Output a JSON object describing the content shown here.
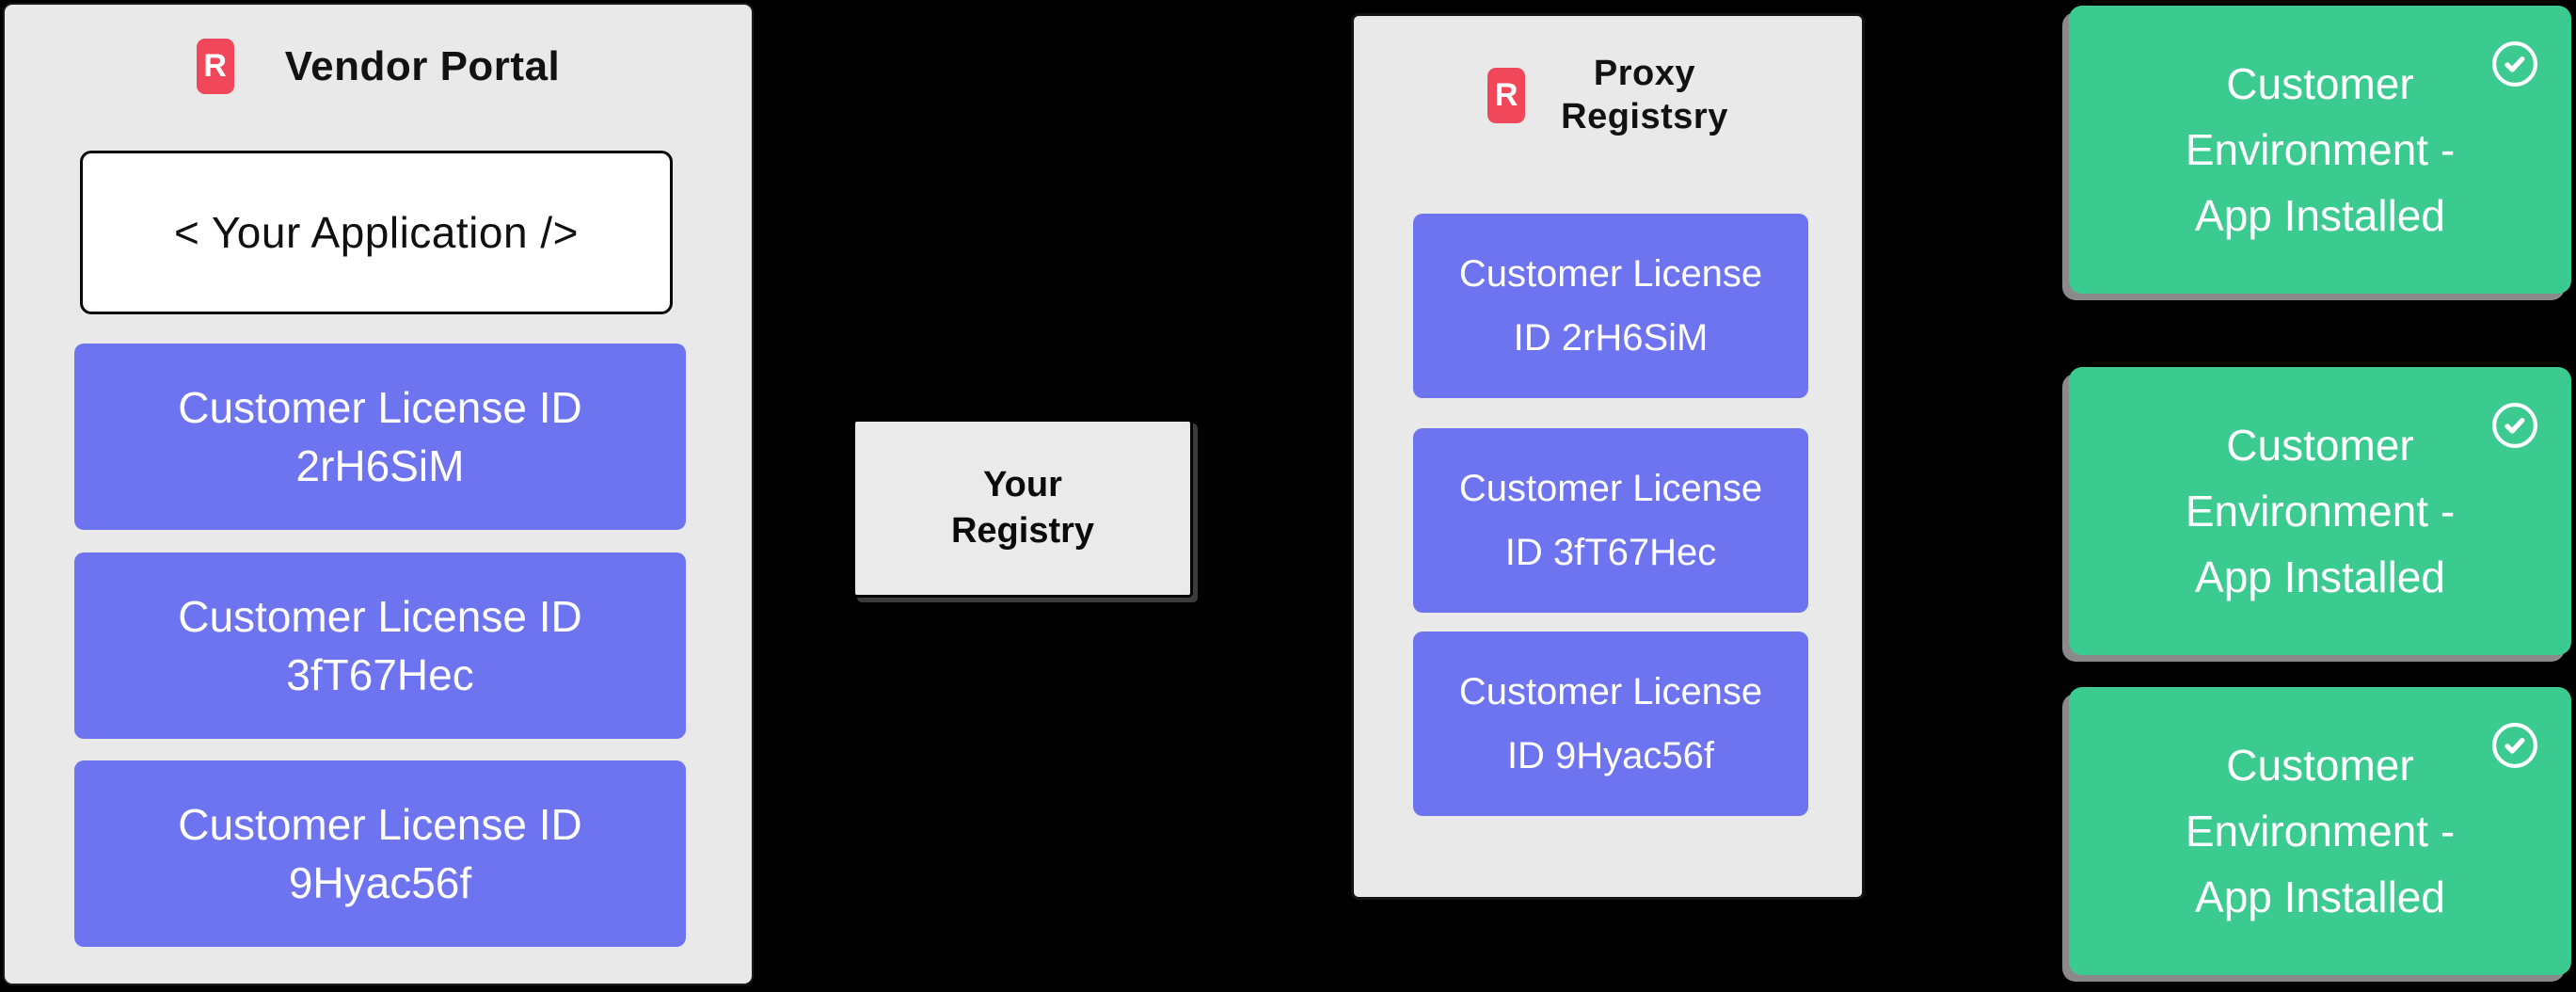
{
  "colors": {
    "background": "#000000",
    "panel_gray": "#E9E9E9",
    "accent_red": "#F0485A",
    "license_purple": "#6E73F0",
    "environment_green": "#3BCB90",
    "text_dark": "#111111",
    "text_white": "#FFFFFF"
  },
  "vendor_panel": {
    "logo_letter": "R",
    "title": "Vendor Portal",
    "app_box_label": "< Your Application />",
    "licenses": [
      {
        "line1": "Customer License ID",
        "line2": "2rH6SiM"
      },
      {
        "line1": "Customer License ID",
        "line2": "3fT67Hec"
      },
      {
        "line1": "Customer License ID",
        "line2": "9Hyac56f"
      }
    ]
  },
  "your_registry": {
    "line1": "Your",
    "line2": "Registry"
  },
  "proxy_registry": {
    "logo_letter": "R",
    "title_line1": "Proxy",
    "title_line2": "Registsry",
    "licenses": [
      {
        "line1": "Customer License",
        "line2": "ID 2rH6SiM"
      },
      {
        "line1": "Customer License",
        "line2": "ID 3fT67Hec"
      },
      {
        "line1": "Customer License",
        "line2": "ID 9Hyac56f"
      }
    ]
  },
  "environments": [
    {
      "line1": "Customer",
      "line2": "Environment -",
      "line3": "App Installed",
      "status_icon": "check-circle"
    },
    {
      "line1": "Customer",
      "line2": "Environment -",
      "line3": "App Installed",
      "status_icon": "check-circle"
    },
    {
      "line1": "Customer",
      "line2": "Environment -",
      "line3": "App Installed",
      "status_icon": "check-circle"
    }
  ]
}
